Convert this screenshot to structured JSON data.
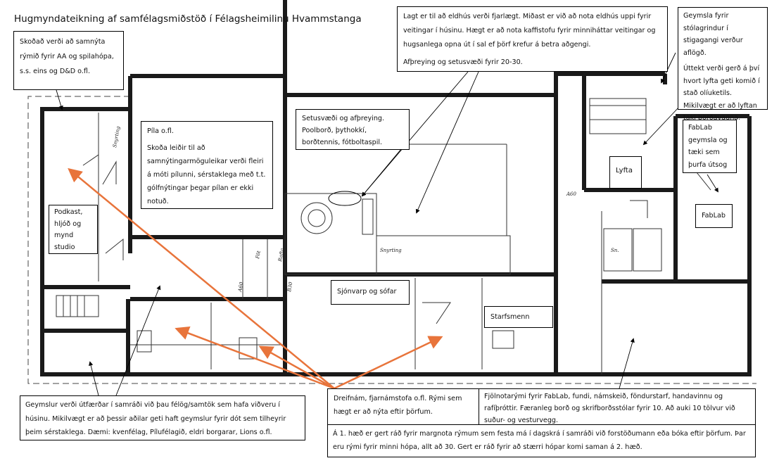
{
  "title": "Hugmyndateikning af samfélagsmiðstöð í Félagsheimilinu Hvammstanga",
  "notes": {
    "aa": "Skoðað verði að samnýta rýmið fyrir AA og spilahópa, s.s. eins og D&D o.fl.",
    "pila_title": "Píla o.fl.",
    "pila_body": "Skoða leiðir til að samnýtingarmöguleikar verði fleiri á móti pílunni, sérstaklega með t.t. gólfnýtingar þegar pílan er ekki notuð.",
    "setusvaedi": "Setusvæði og afþreying. Poolborð, þythokkí, borðtennis, fótboltaspil.",
    "eldhus_body": "Lagt er til að eldhús verði fjarlægt.  Miðast er við að nota eldhús uppi fyrir veitingar í húsinu. Hægt er að nota kaffistofu fyrir minniháttar veitingar og hugsanlega opna út í sal ef þörf krefur á betra aðgengi.",
    "eldhus_extra": "Afþreying og setusvæði fyrir 20-30.",
    "geymsla_body": "Geymsla fyrir stólagrindur í stigagangi verður aflögð.",
    "lyfta_body": "Úttekt verði gerð á því hvort lyfta geti komið í stað olíuketils. Mikilvægt er að lyftan taki borðavagna.",
    "fablab_geymsla": "FabLab geymsla og tæki sem þurfa útsog",
    "lyfta": "Lyfta",
    "fablab": "FabLab",
    "podkast": "Podkast, hljóð og mynd studio",
    "sjonvarp": "Sjónvarp og sófar",
    "starfsmenn": "Starfsmenn",
    "geymslur": "Geymslur verði útfærðar í samráði við þau félög/samtök sem hafa viðveru í húsinu. Mikilvægt er að þessir aðilar geti haft geymslur fyrir dót sem tilheyrir þeim sérstaklega. Dæmi: kvenfélag, Pílufélagið, eldri borgarar, Lions o.fl.",
    "dreifnam": "Dreifnám, fjarnámstofa o.fl. Rými sem hægt er að nýta eftir þörfum.",
    "fjolnota": "Fjölnotarými fyrir FabLab, fundi, námskeið, föndurstarf, handavinnu og rafíþróttir.  Færanleg borð og skrifborðsstólar fyrir 10. Að auki 10 tölvur við suður- og vesturvegg.",
    "haed1": "Á 1. hæð er gert ráð fyrir margnota rýmum sem festa má í dagskrá í samráði við forstöðumann eða bóka eftir þörfum. Þar eru rými fyrir minni hópa, allt að 30. Gert er ráð fyrir að stærri hópar komi saman á 2. hæð."
  },
  "plan_labels": {
    "snyrting": "Snyrting",
    "snyrting2": "Snyrting",
    "fot": "Föt",
    "rafta": "Rafta",
    "a60": "A60",
    "b30": "B30",
    "a60b": "A60",
    "sn": "Sn."
  },
  "colors": {
    "arrow": "#E8743B",
    "wall": "#1a1a1a"
  }
}
